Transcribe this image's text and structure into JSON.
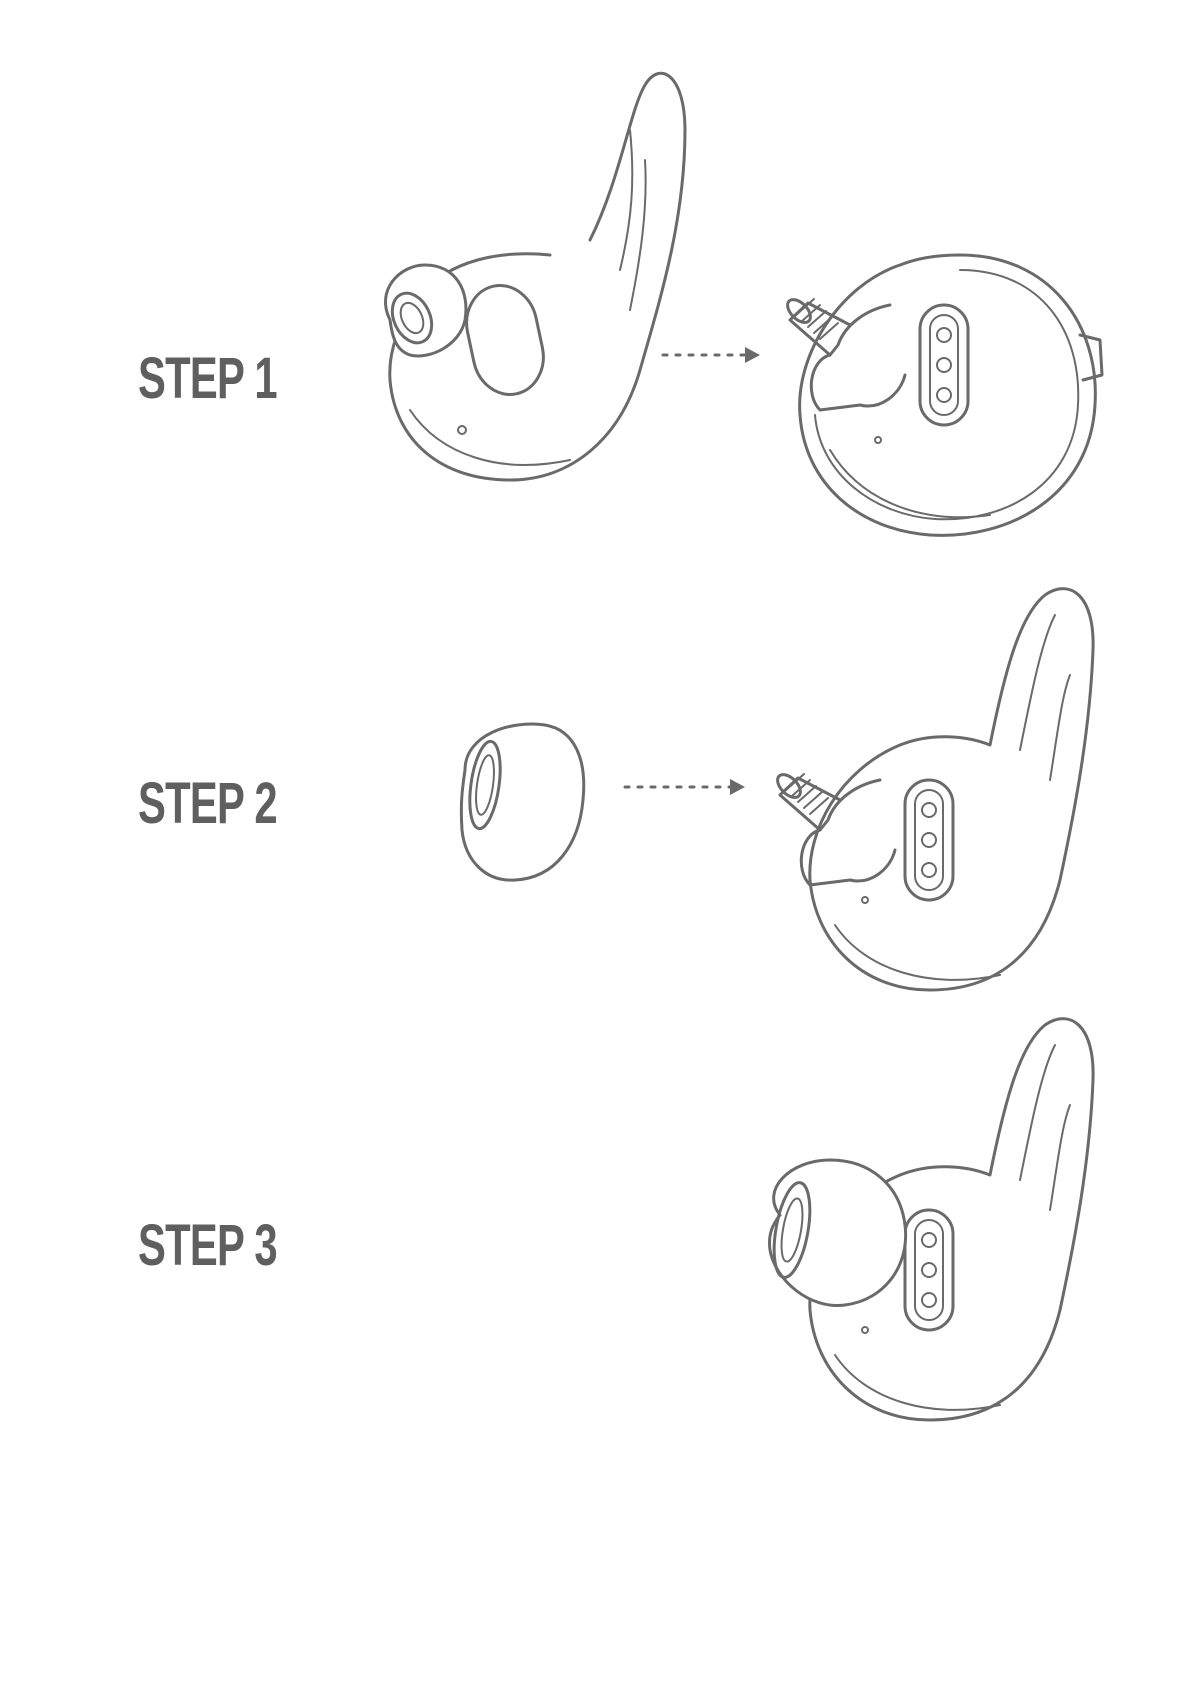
{
  "steps": [
    {
      "label": "STEP 1"
    },
    {
      "label": "STEP 2"
    },
    {
      "label": "STEP 3"
    }
  ],
  "colors": {
    "line": "#6a6a6a",
    "label": "#5f5f5f",
    "background": "#ffffff"
  },
  "icons": [
    "earbud-with-tip",
    "earbud-bare-nozzle",
    "ear-tip",
    "dotted-arrow"
  ]
}
